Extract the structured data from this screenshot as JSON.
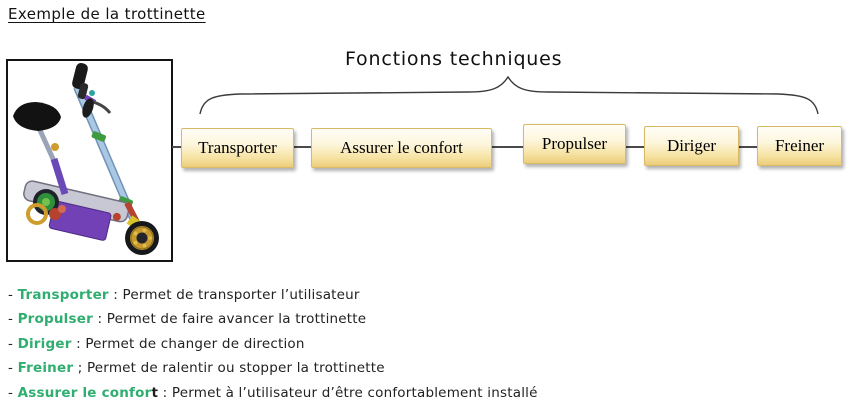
{
  "page": {
    "title": "Exemple de la trottinette"
  },
  "diagram": {
    "heading": "Fonctions techniques",
    "image_name": "trottinette-3d-render",
    "boxes": [
      {
        "label": "Transporter"
      },
      {
        "label": "Assurer le confort"
      },
      {
        "label": "Propulser"
      },
      {
        "label": "Diriger"
      },
      {
        "label": "Freiner"
      }
    ]
  },
  "definitions": {
    "items": [
      {
        "dash": "- ",
        "keyword": "Transporter",
        "keyword_suffix": "",
        "separator": " : ",
        "description": "Permet de transporter l’utilisateur"
      },
      {
        "dash": "- ",
        "keyword": "Propulser",
        "keyword_suffix": "",
        "separator": " : ",
        "description": "Permet de faire avancer la trottinette"
      },
      {
        "dash": "- ",
        "keyword": "Diriger",
        "keyword_suffix": "",
        "separator": " : ",
        "description": "Permet de changer de direction"
      },
      {
        "dash": "- ",
        "keyword": "Freiner",
        "keyword_suffix": "",
        "separator": " ; ",
        "description": "Permet de ralentir ou stopper la trottinette"
      },
      {
        "dash": "- ",
        "keyword": "Assurer le confor",
        "keyword_suffix": "t",
        "separator": " : ",
        "description": "Permet à l’utilisateur d’être confortablement installé"
      }
    ]
  },
  "colors": {
    "keyword_green": "#2fae70",
    "text_dark": "#1f1f1f",
    "box_border": "#d9b963",
    "box_fill_bottom": "#eccd7c",
    "connector_line": "#4a4a4a"
  }
}
